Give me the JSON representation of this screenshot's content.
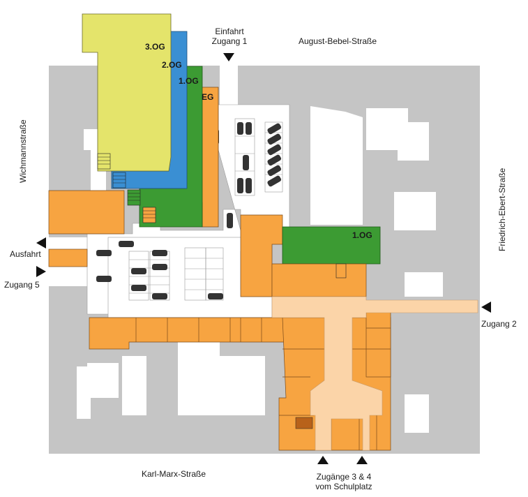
{
  "streets": {
    "north": "August-Bebel-Straße",
    "west": "Wichmannstraße",
    "east": "Friedrich-Ebert-Straße",
    "south": "Karl-Marx-Straße"
  },
  "entrances": {
    "einfahrt_line1": "Einfahrt",
    "einfahrt_line2": "Zugang 1",
    "ausfahrt": "Ausfahrt",
    "zugang5": "Zugang 5",
    "zugang2": "Zugang 2",
    "zugang34_line1": "Zugänge 3 & 4",
    "zugang34_line2": "vom Schulplatz"
  },
  "floors": {
    "og3": "3.OG",
    "og2": "2.OG",
    "og1": "1.OG",
    "eg": "EG",
    "og1_center": "1.OG"
  },
  "colors": {
    "building": "#c5c5c5",
    "shop": "#f7a441",
    "passage": "#fbd4a8",
    "floor_eg": "#f7a441",
    "floor_1og": "#3c9b33",
    "floor_2og": "#3a8fd3",
    "floor_3og": "#e4e46b",
    "parking": "#ffffff",
    "stairs_gray": "#8a8a8a",
    "stairs_orange": "#b8621a"
  }
}
